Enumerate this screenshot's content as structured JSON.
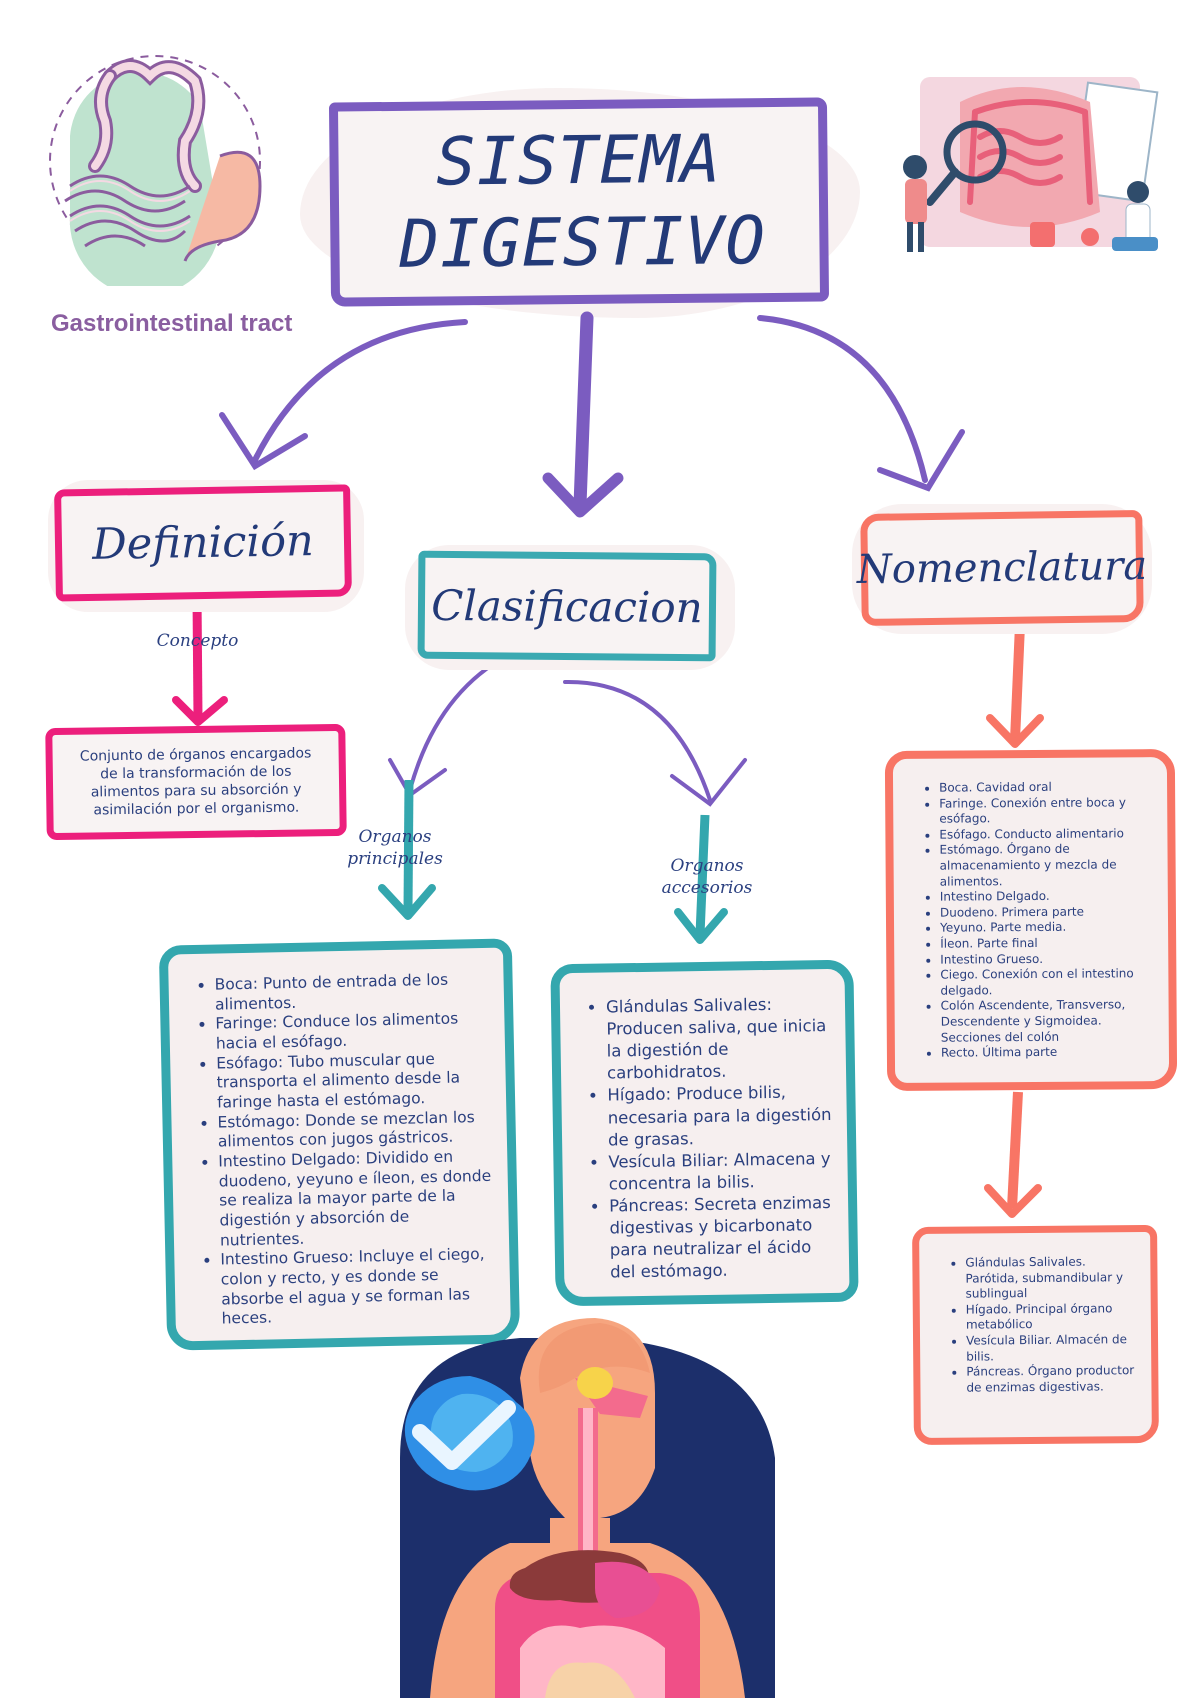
{
  "title": "SISTEMA DIGESTIVO",
  "subtitle": "Gastrointestinal tract",
  "colors": {
    "background": "#fcd9cf",
    "grid": "#ffffff",
    "purple": "#7b5cc0",
    "pink": "#ec1f7c",
    "teal": "#34a7ae",
    "coral": "#f87565",
    "text": "#233a78"
  },
  "nodes": {
    "definicion": "Definición",
    "clasificacion": "Clasificacion",
    "nomenclatura": "Nomenclatura"
  },
  "labels": {
    "concepto": "Concepto",
    "organos_principales": "Organos principales",
    "organos_accesorios": "Organos accesorios"
  },
  "definicion_text": "Conjunto de órganos encargados de la transformación de los alimentos para su absorción y asimilación por el organismo.",
  "organos_principales": [
    "Boca: Punto de entrada de los alimentos.",
    "Faringe: Conduce los alimentos hacia el esófago.",
    "Esófago: Tubo muscular que transporta el alimento desde la faringe hasta el estómago.",
    "Estómago: Donde se mezclan los alimentos con jugos gástricos.",
    "Intestino Delgado: Dividido en duodeno, yeyuno e íleon, es donde se realiza la mayor parte de la digestión y absorción de nutrientes.",
    "Intestino Grueso: Incluye el ciego, colon y recto, y es donde se absorbe el agua y se forman las heces."
  ],
  "organos_accesorios": [
    "Glándulas Salivales: Producen saliva, que inicia la digestión de carbohidratos.",
    "Hígado: Produce bilis, necesaria para la digestión de grasas.",
    "Vesícula Biliar: Almacena y concentra la bilis.",
    "Páncreas: Secreta enzimas digestivas y bicarbonato para neutralizar el ácido del estómago."
  ],
  "nomenclatura_principales": [
    "Boca. Cavidad oral",
    "Faringe. Conexión entre boca y esófago.",
    "Esófago. Conducto alimentario",
    "Estómago. Órgano de almacenamiento y mezcla de alimentos.",
    "Intestino Delgado.",
    "Duodeno. Primera parte",
    "Yeyuno. Parte media.",
    "Íleon. Parte final",
    "Intestino Grueso.",
    "Ciego. Conexión con el intestino delgado.",
    "Colón Ascendente, Transverso, Descendente y Sigmoidea. Secciones del colón",
    "Recto. Última parte"
  ],
  "nomenclatura_accesorios": [
    "Glándulas Salivales. Parótida, submandibular y sublingual",
    "Hígado. Principal órgano metabólico",
    "Vesícula Biliar. Almacén de bilis.",
    "Páncreas. Órgano productor de enzimas digestivas."
  ],
  "icons": {
    "top_left": "digestive-tract-illustration",
    "top_right": "doctors-examining-intestines-illustration",
    "bottom": "human-digestive-system-figure",
    "badge": "checkmark-badge-icon"
  }
}
